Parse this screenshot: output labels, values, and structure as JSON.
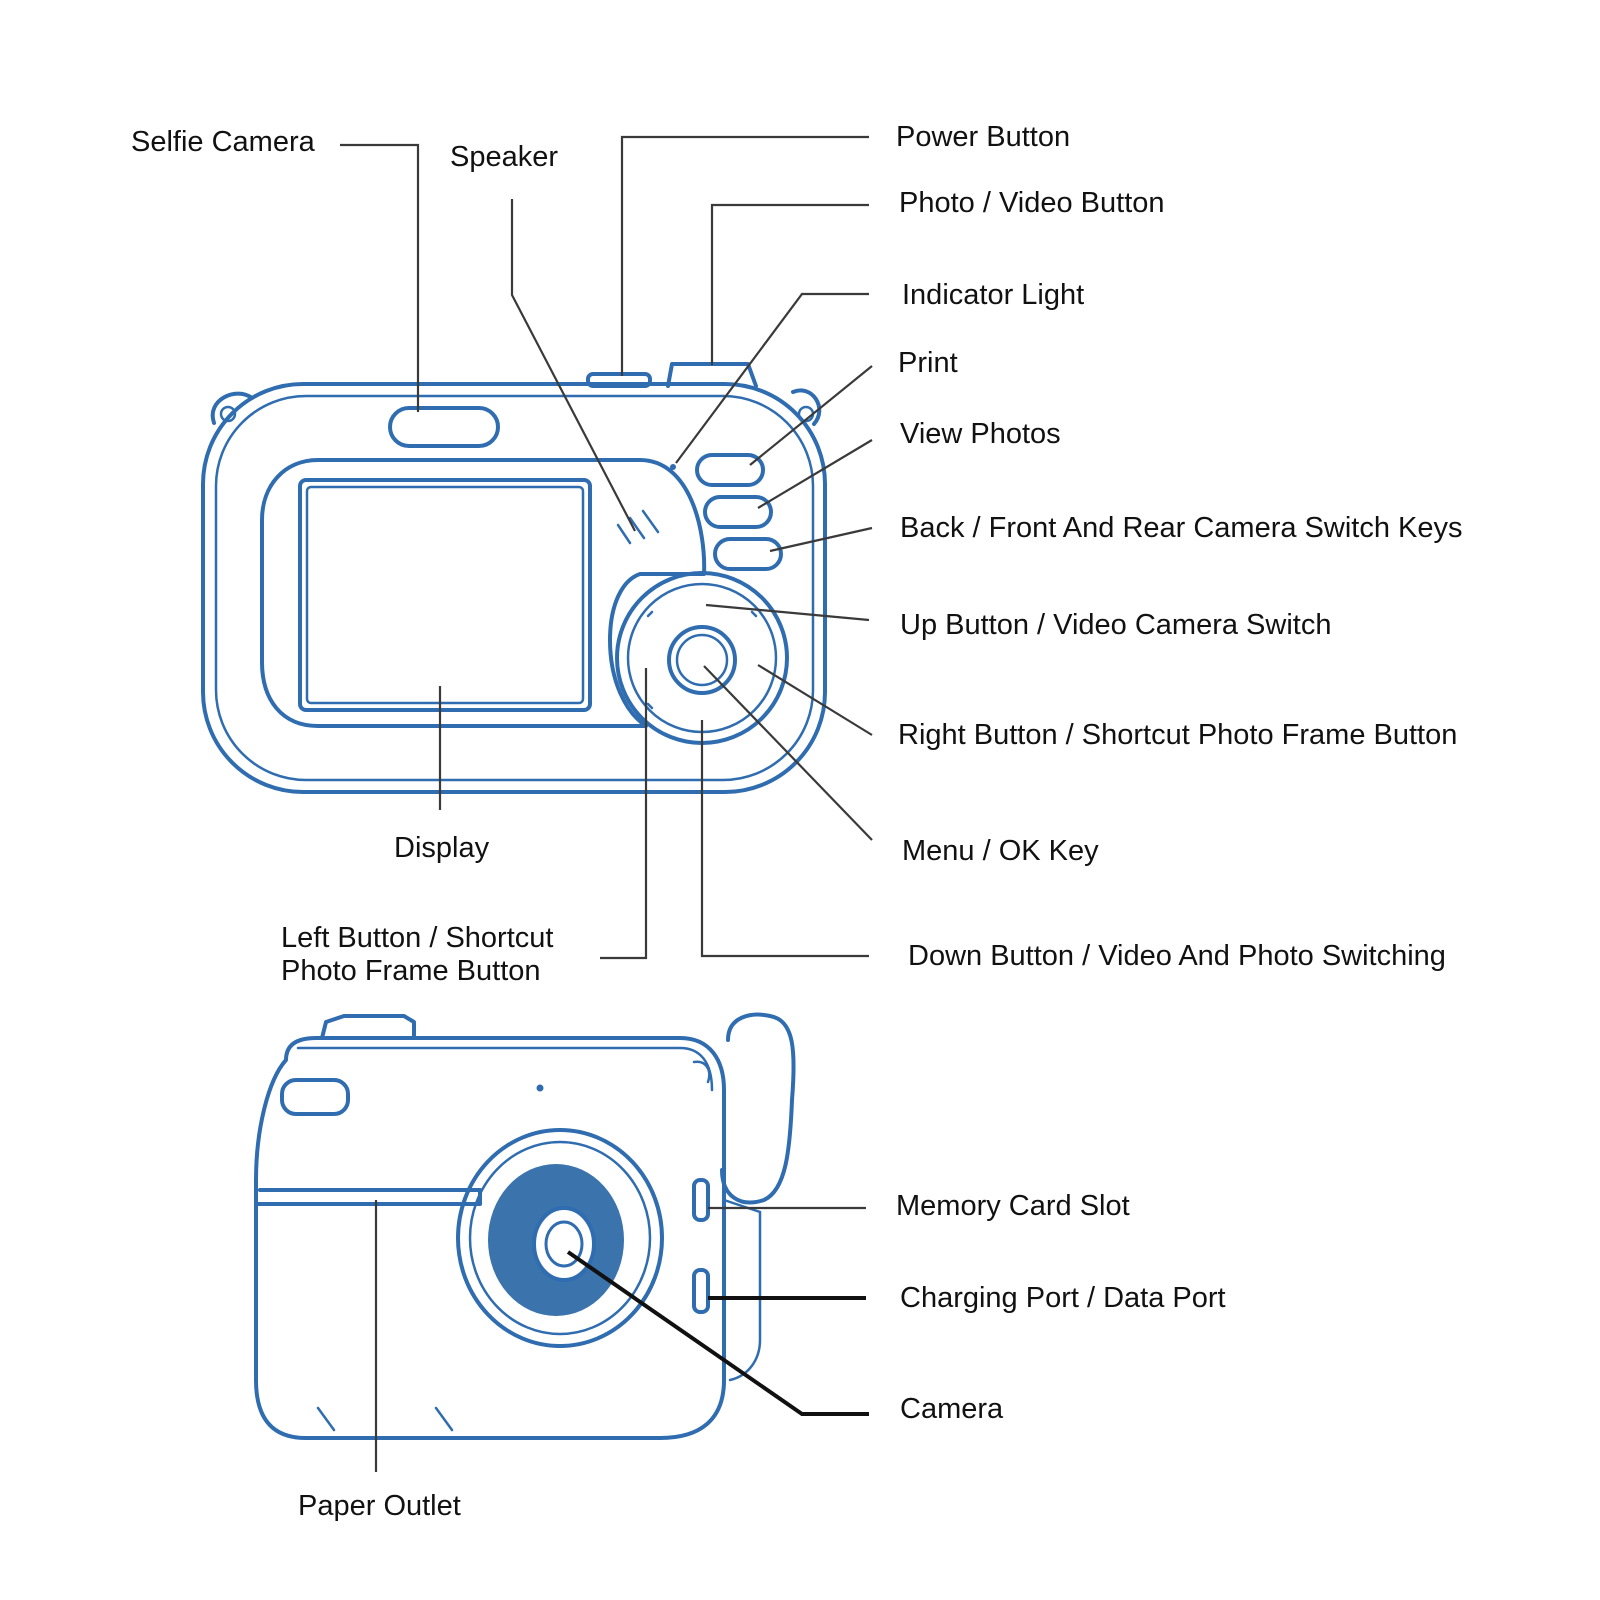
{
  "colors": {
    "outline": "#2f6db0",
    "lens_fill": "#3b73ad",
    "leader": "#3a3a3a",
    "text": "#111111"
  },
  "labels": {
    "selfie_camera": "Selfie Camera",
    "speaker": "Speaker",
    "power_button": "Power Button",
    "photo_video_button": "Photo / Video Button",
    "indicator_light": "Indicator Light",
    "print": "Print",
    "view_photos": "View Photos",
    "back_switch_keys": "Back / Front And Rear Camera Switch Keys",
    "up_button": "Up Button / Video Camera Switch",
    "right_button": "Right Button / Shortcut Photo Frame Button",
    "menu_ok": "Menu / OK Key",
    "display": "Display",
    "left_button_line1": "Left Button / Shortcut",
    "left_button_line2": "Photo Frame Button",
    "down_button": "Down Button / Video And Photo Switching",
    "memory_card_slot": "Memory Card Slot",
    "charging_port": "Charging Port / Data Port",
    "camera": "Camera",
    "paper_outlet": "Paper Outlet"
  }
}
